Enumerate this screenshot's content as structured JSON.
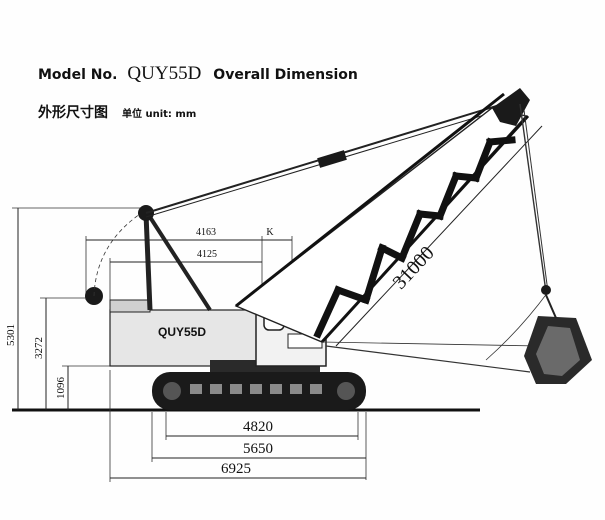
{
  "header": {
    "title_prefix": "Model No.",
    "model": "QUY55D",
    "title_suffix": "Overall Dimension",
    "subtitle_cn": "外形尺寸图",
    "unit_label": "单位 unit: mm"
  },
  "machine": {
    "body_label": "QUY55D",
    "boom_length_label": "31000"
  },
  "dimensions": {
    "horizontal": [
      "4163",
      "K",
      "4125",
      "4820",
      "5650",
      "6925"
    ],
    "vertical": [
      "5301",
      "3272",
      "1096"
    ]
  },
  "colors": {
    "ink": "#111111",
    "body_fill": "#e6e6e6",
    "track_fill": "#1a1a1a",
    "cab_fill": "#f2f2f2"
  }
}
